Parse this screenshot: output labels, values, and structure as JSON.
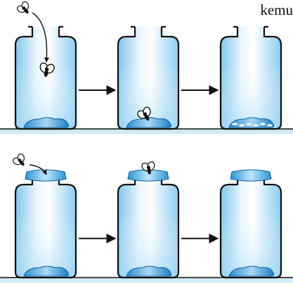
{
  "caption": "kemu",
  "rows": [
    {
      "id": "open-jar-row",
      "jar_type": "open",
      "jars": [
        {
          "id": "jar-1",
          "fly": "entering",
          "meat": "fresh"
        },
        {
          "id": "jar-2",
          "fly": "on-meat",
          "meat": "fresh"
        },
        {
          "id": "jar-3",
          "fly": "none",
          "meat": "maggots"
        }
      ]
    },
    {
      "id": "covered-jar-row",
      "jar_type": "covered",
      "jars": [
        {
          "id": "jar-4",
          "fly": "approaching",
          "meat": "fresh"
        },
        {
          "id": "jar-5",
          "fly": "on-cover",
          "meat": "fresh"
        },
        {
          "id": "jar-6",
          "fly": "none",
          "meat": "fresh"
        }
      ]
    }
  ],
  "colors": {
    "glass_light": "#ffffff",
    "glass_blue": "#9fd6f2",
    "meat": "#1e90d6",
    "outline": "#111111",
    "cover": "#3aa6e0",
    "shelf": "#cfe9f7"
  }
}
